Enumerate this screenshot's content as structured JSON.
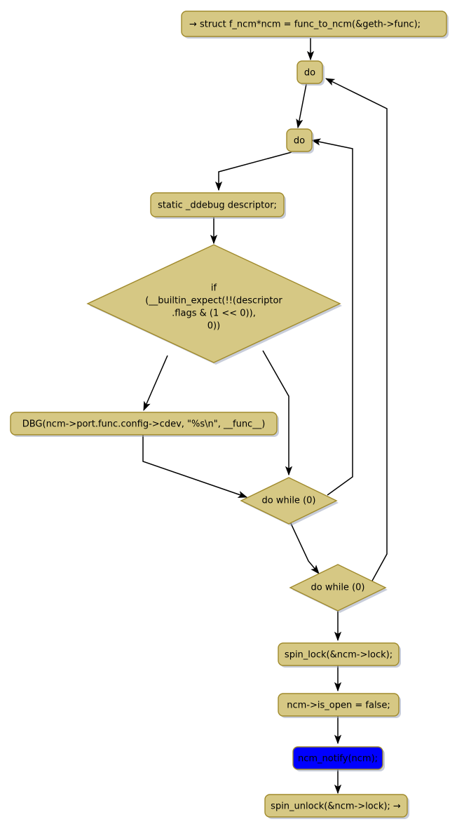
{
  "diagram": {
    "type": "activity-flowchart",
    "title": "",
    "background_color": "#FFFFFF",
    "node_fill_color": "#D6C884",
    "node_border_color": "#A08A2C",
    "highlight_fill_color": "#0000FF",
    "edge_color": "#000000",
    "shadow_color": "#9AA4BC"
  },
  "nodes": {
    "start_stmt": {
      "label": "→ struct f_ncm*ncm = func_to_ncm(&geth->func);",
      "shape": "rounded-rect"
    },
    "do_outer": {
      "label": "do",
      "shape": "rounded-rect"
    },
    "do_inner": {
      "label": "do",
      "shape": "rounded-rect"
    },
    "descriptor_decl": {
      "label": "static _ddebug descriptor;",
      "shape": "rounded-rect"
    },
    "if_condition": {
      "shape": "diamond",
      "lines": [
        "if",
        "(__builtin_expect(!!(descriptor",
        ".flags & (1 << 0)),",
        "0))"
      ]
    },
    "dbg_call": {
      "label": "DBG(ncm->port.func.config->cdev, \"%s\\n\", __func__)",
      "shape": "rounded-rect"
    },
    "do_while_inner": {
      "label": "do while (0)",
      "shape": "diamond"
    },
    "do_while_outer": {
      "label": "do while (0)",
      "shape": "diamond"
    },
    "spin_lock": {
      "label": "spin_lock(&ncm->lock);",
      "shape": "rounded-rect"
    },
    "is_open_false": {
      "label": "ncm->is_open = false;",
      "shape": "rounded-rect"
    },
    "ncm_notify": {
      "label": "ncm_notify(ncm);",
      "shape": "rounded-rect",
      "highlighted": true
    },
    "spin_unlock": {
      "label": "spin_unlock(&ncm->lock); →",
      "shape": "rounded-rect"
    }
  },
  "edges": [
    {
      "from": "start_stmt",
      "to": "do_outer",
      "label": ""
    },
    {
      "from": "do_outer",
      "to": "do_inner",
      "label": ""
    },
    {
      "from": "do_inner",
      "to": "descriptor_decl",
      "label": ""
    },
    {
      "from": "descriptor_decl",
      "to": "if_condition",
      "label": ""
    },
    {
      "from": "if_condition",
      "to": "dbg_call",
      "label": ""
    },
    {
      "from": "if_condition",
      "to": "do_while_inner",
      "label": ""
    },
    {
      "from": "dbg_call",
      "to": "do_while_inner",
      "label": ""
    },
    {
      "from": "do_while_inner",
      "to": "do_inner",
      "label": ""
    },
    {
      "from": "do_while_inner",
      "to": "do_while_outer",
      "label": ""
    },
    {
      "from": "do_while_outer",
      "to": "do_outer",
      "label": ""
    },
    {
      "from": "do_while_outer",
      "to": "spin_lock",
      "label": ""
    },
    {
      "from": "spin_lock",
      "to": "is_open_false",
      "label": ""
    },
    {
      "from": "is_open_false",
      "to": "ncm_notify",
      "label": ""
    },
    {
      "from": "ncm_notify",
      "to": "spin_unlock",
      "label": ""
    }
  ]
}
